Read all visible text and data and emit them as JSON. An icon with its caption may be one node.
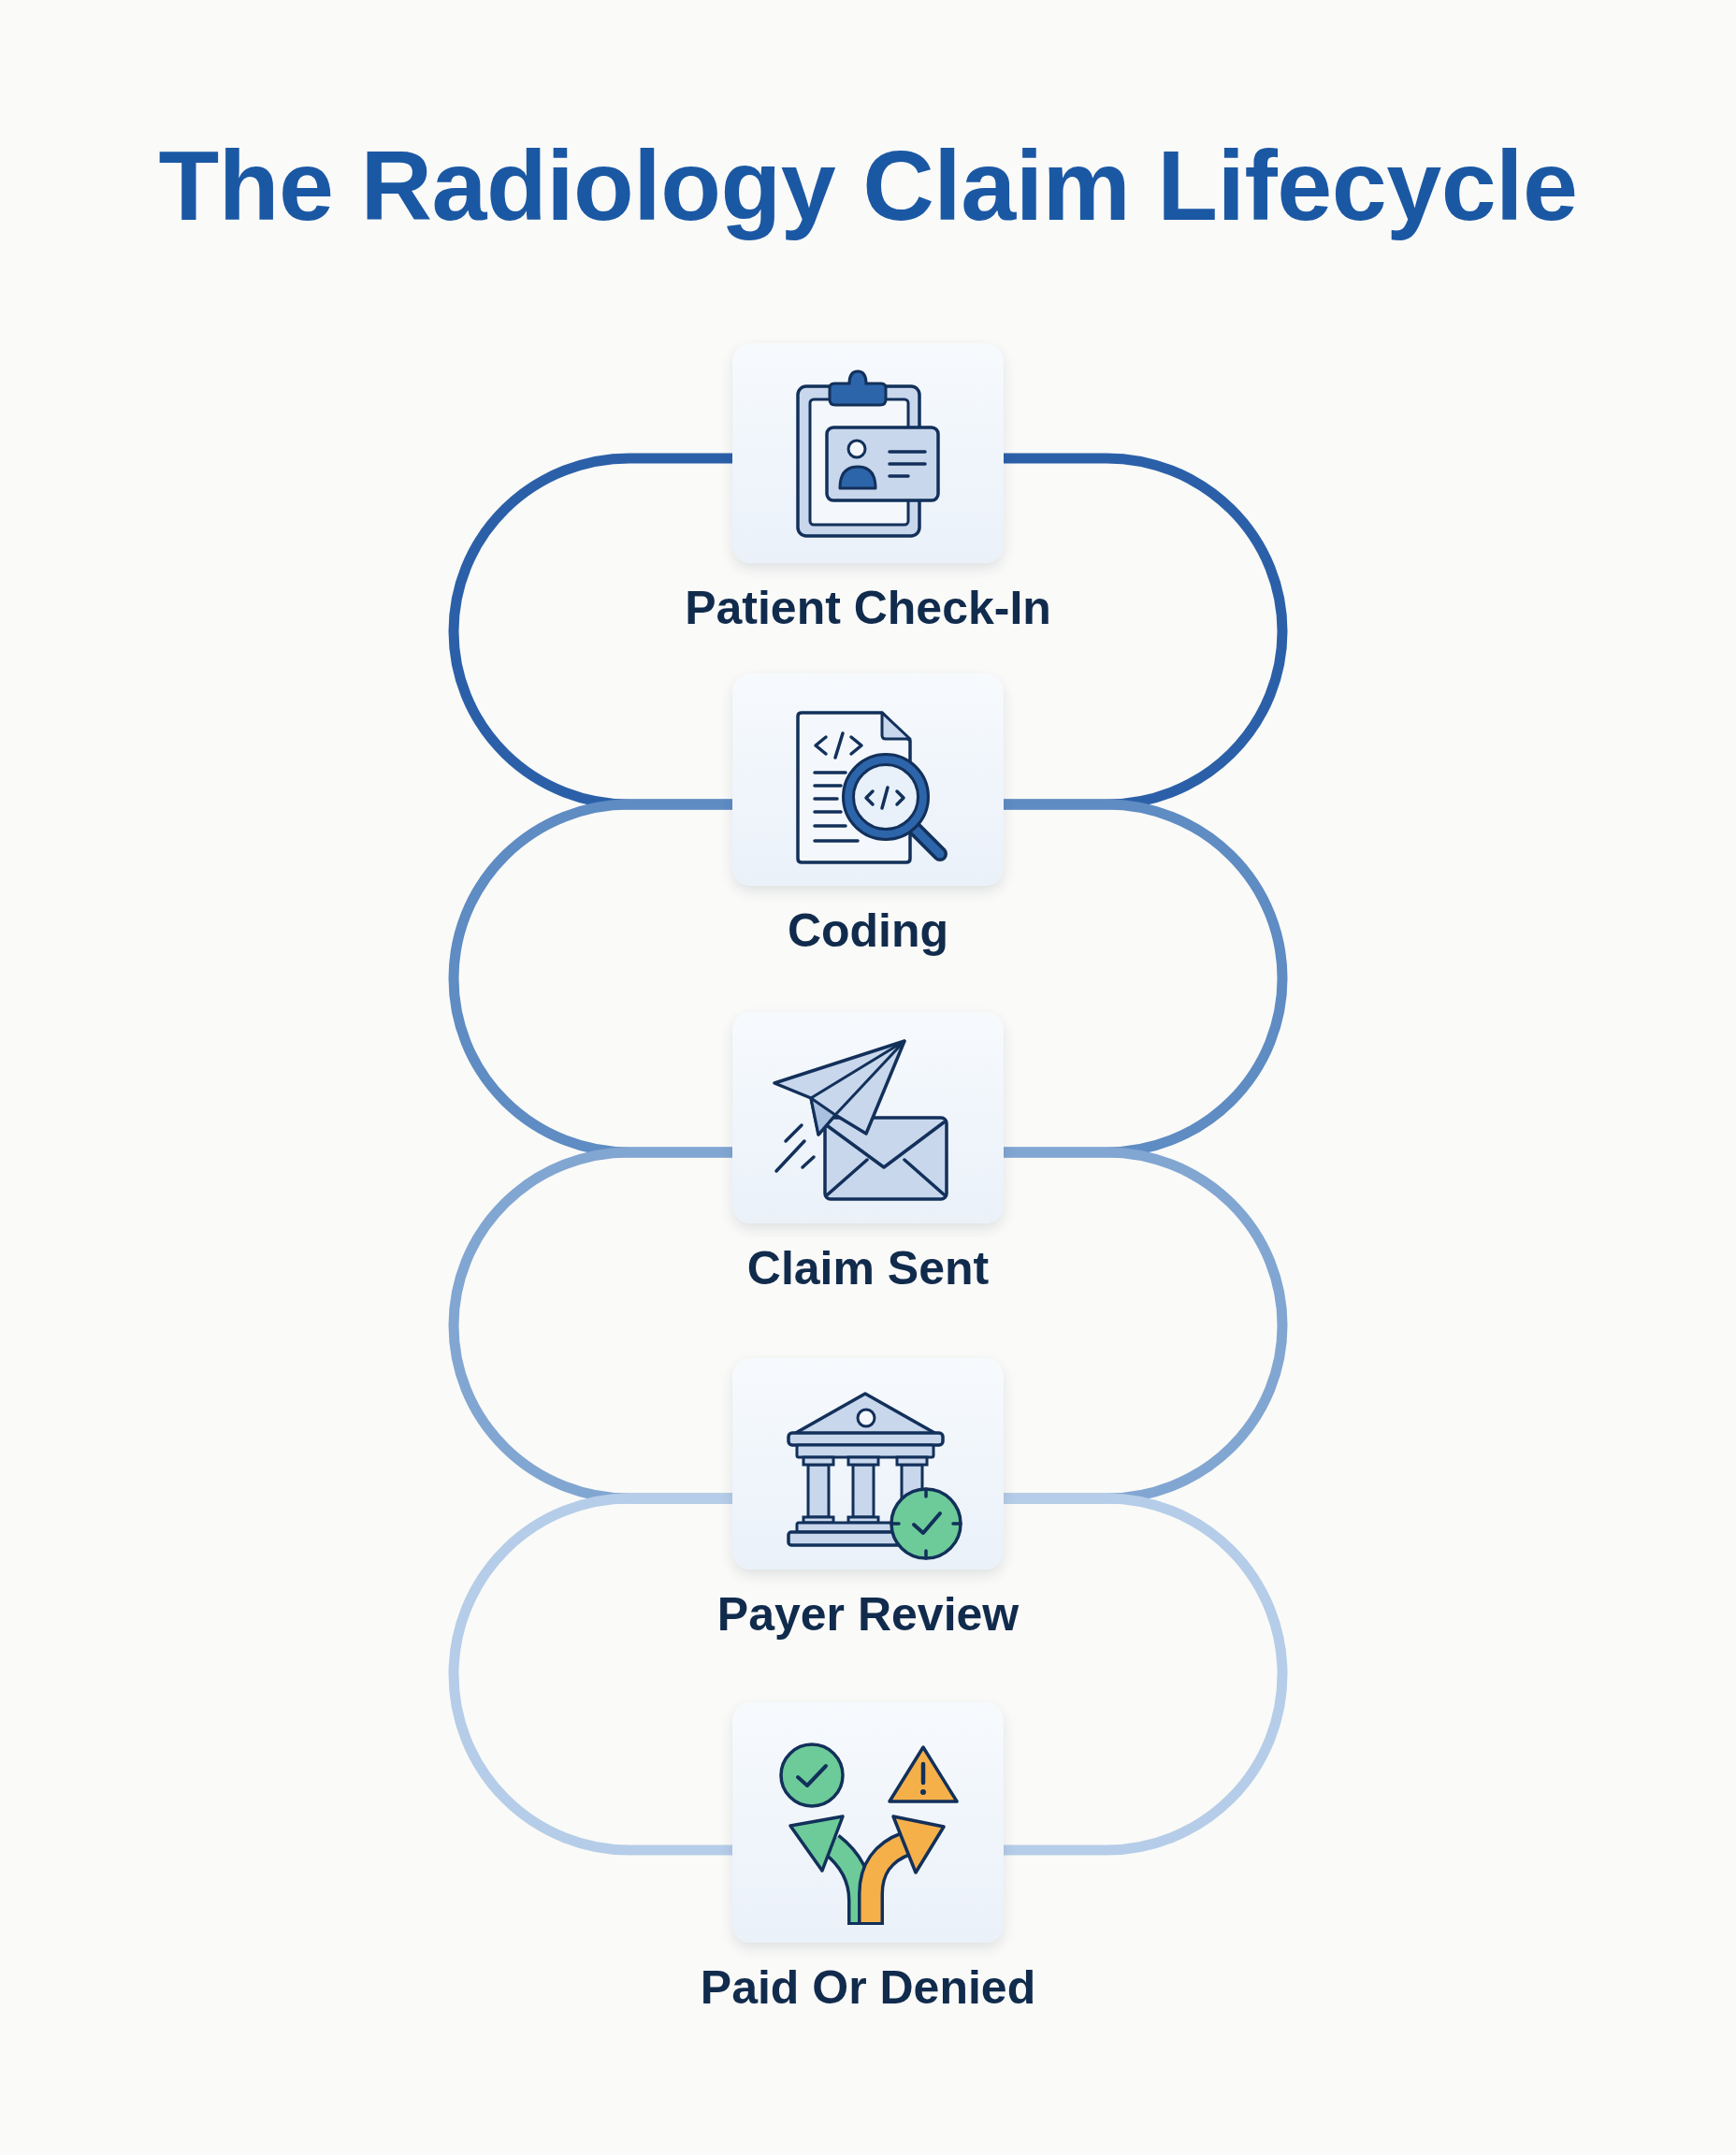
{
  "diagram": {
    "title": "The Radiology Claim Lifecycle",
    "nodes": [
      {
        "text": [
          "Patient Check-In"
        ]
      },
      {
        "text": [
          "Coding"
        ]
      },
      {
        "text": [
          "Claim Sent"
        ]
      },
      {
        "text": [
          "Payer Review"
        ]
      },
      {
        "text": [
          "Paid Or Denied"
        ]
      }
    ],
    "edges": [
      {
        "from": 0,
        "to": 1,
        "arrow": "none",
        "color": "#2b60a9"
      },
      {
        "from": 0,
        "to": 1,
        "arrow": "none",
        "color": "#2b60a9"
      },
      {
        "from": 1,
        "to": 2,
        "arrow": "none",
        "color": "#5e8cc3"
      },
      {
        "from": 1,
        "to": 2,
        "arrow": "none",
        "color": "#5e8cc3"
      },
      {
        "from": 2,
        "to": 3,
        "arrow": "none",
        "color": "#82a6d2"
      },
      {
        "from": 2,
        "to": 3,
        "arrow": "none",
        "color": "#82a6d2"
      },
      {
        "from": 3,
        "to": 4,
        "arrow": "none",
        "color": "#b5cde8"
      },
      {
        "from": 3,
        "to": 4,
        "arrow": "none",
        "color": "#b5cde8"
      }
    ]
  }
}
